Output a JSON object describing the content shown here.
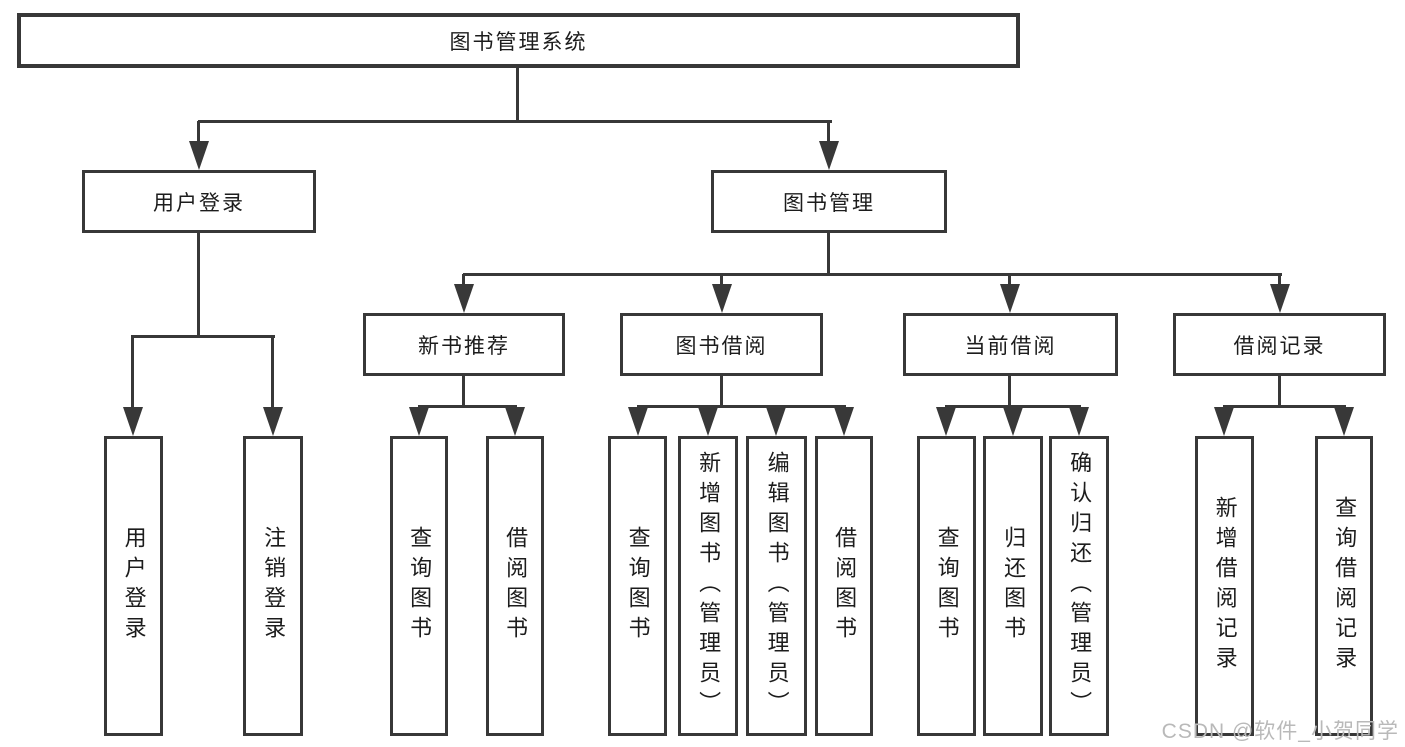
{
  "diagram": {
    "title": "图书管理系统",
    "root": {
      "label": "图书管理系统"
    },
    "branches": [
      {
        "label": "用户登录",
        "children": [
          "用户登录",
          "注销登录"
        ]
      },
      {
        "label": "图书管理",
        "modules": [
          {
            "label": "新书推荐",
            "children": [
              "查询图书",
              "借阅图书"
            ]
          },
          {
            "label": "图书借阅",
            "children": [
              "查询图书",
              "新增图书（管理员）",
              "编辑图书（管理员）",
              "借阅图书"
            ]
          },
          {
            "label": "当前借阅",
            "children": [
              "查询图书",
              "归还图书",
              "确认归还（管理员）"
            ]
          },
          {
            "label": "借阅记录",
            "children": [
              "新增借阅记录",
              "查询借阅记录"
            ]
          }
        ]
      }
    ]
  },
  "watermark": {
    "text": "CSDN @软件_小贺同学"
  },
  "colors": {
    "line": "#383838",
    "box_border": "#383838",
    "text": "#1c1c1c",
    "watermark": "#b9b9b9",
    "background": "#ffffff"
  }
}
